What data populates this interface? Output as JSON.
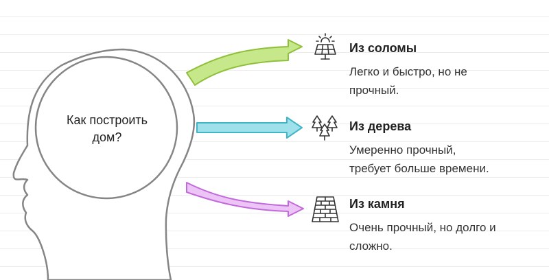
{
  "question": {
    "line1": "Как построить",
    "line2": "дом?"
  },
  "options": [
    {
      "title": "Из соломы",
      "desc_line1": "Легко и быстро, но не",
      "desc_line2": "прочный.",
      "icon": "solar-panel-icon",
      "arrow_color": "#a9d85c"
    },
    {
      "title": "Из дерева",
      "desc_line1": "Умеренно прочный,",
      "desc_line2": "требует больше времени.",
      "icon": "trees-icon",
      "arrow_color": "#5ec7d8"
    },
    {
      "title": "Из камня",
      "desc_line1": "Очень прочный, но долго и",
      "desc_line2": "сложно.",
      "icon": "brick-wall-icon",
      "arrow_color": "#d68ae8"
    }
  ],
  "colors": {
    "outline": "#858585",
    "head_fill": "#ffffff",
    "text": "#222222"
  }
}
